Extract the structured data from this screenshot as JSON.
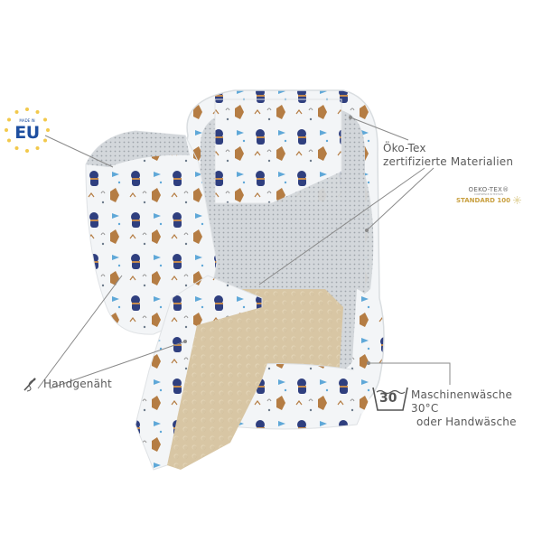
{
  "badges": {
    "eu": {
      "small_text": "MADE IN",
      "main_text": "EU",
      "color": "#1e4fa0",
      "star_color": "#f2c94c"
    },
    "oeko_tex": {
      "title": "OEKO-TEX®",
      "subtitle": "CONFIDENCE IN TEXTILES",
      "standard": "STANDARD 100",
      "standard_color": "#c9a040"
    },
    "wash_symbol": {
      "temperature": "30",
      "icon": "wash-tub-icon"
    }
  },
  "callouts": {
    "oeko": {
      "line1": "Öko-Tex",
      "line2": "zertifizierte Materialien"
    },
    "hand": {
      "label": "Handgenäht",
      "icon": "needle-thread-icon"
    },
    "wash": {
      "line1": "Maschinenwäsche 30°C",
      "line2": "oder Handwäsche"
    }
  },
  "colors": {
    "background": "#ffffff",
    "minky_beige": "#d9c8a8",
    "dot_grey": "#c8ccd0",
    "print_white": "#f4f6f8",
    "navy": "#2f3f7f",
    "fox_brown": "#b57d44",
    "sky_blue": "#5fa8d8",
    "line_grey": "#8a8a8a"
  },
  "products": [
    {
      "name": "wrap-blanket",
      "print": "woodland animals"
    },
    {
      "name": "baby-nest",
      "print": "woodland animals"
    },
    {
      "name": "pillow",
      "print": "woodland animals"
    },
    {
      "name": "minky-blanket",
      "print": "beige dots"
    }
  ]
}
